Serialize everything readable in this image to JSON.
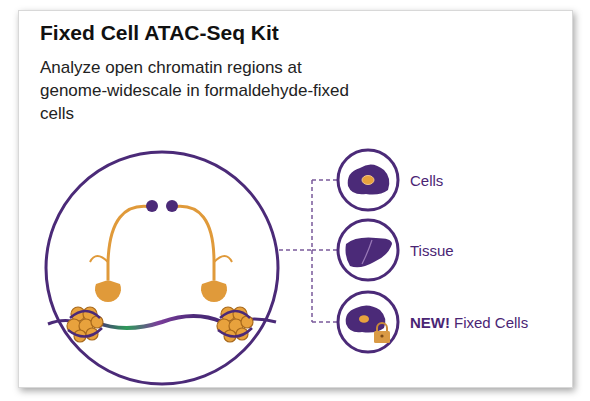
{
  "diagram": {
    "title": "Fixed Cell ATAC-Seq Kit",
    "nodes": [
      {
        "text": [
          "Cells"
        ]
      },
      {
        "text": [
          "Tissue"
        ]
      },
      {
        "text": [
          "NEW!",
          "Fixed Cells"
        ]
      }
    ],
    "labels": [
      "Analyze open chromatin regions at genome-widescale in formaldehyde-fixed cells"
    ]
  }
}
